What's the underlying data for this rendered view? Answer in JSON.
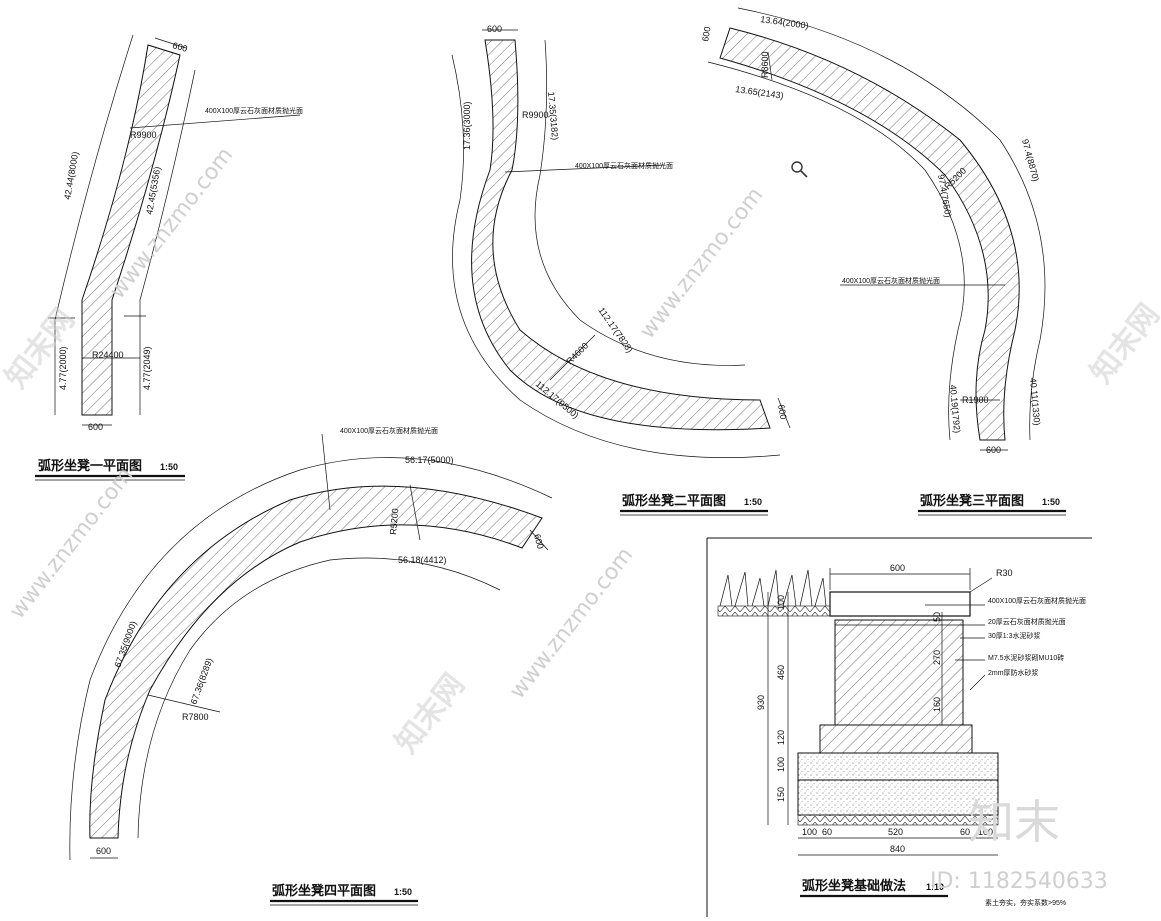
{
  "plans": {
    "p1": {
      "title": "弧形坐凳一平面图",
      "scale": "1:50",
      "width_top": "600",
      "width_bottom": "600",
      "note": "400X100厚云石灰面材质抛光面",
      "radius_a": "R9900",
      "radius_b": "R24400",
      "arc_outer": "42.44(8000)",
      "arc_inner": "42.45(5356)",
      "straight_left": "4.77(2000)",
      "straight_right": "4.77(2049)"
    },
    "p2": {
      "title": "弧形坐凳二平面图",
      "scale": "1:50",
      "width_top": "600",
      "width_end": "600",
      "note": "400X100厚云石灰面材质抛光面",
      "radius_a": "R9900",
      "radius_b": "R4600",
      "left_arc": "17.36(3000)",
      "right_arc": "17.35(3182)",
      "inner_arc": "112.17(7828)",
      "outer_arc": "112.17(9500)"
    },
    "p3": {
      "title": "弧形坐凳三平面图",
      "scale": "1:50",
      "width_start": "600",
      "width_bottom": "600",
      "note": "400X100厚云石灰面材质抛光面",
      "radius_a": "R8600",
      "radius_b": "R5200",
      "radius_c": "R1900",
      "top_outer": "13.64(2000)",
      "top_inner": "13.65(2143)",
      "outer_arc": "97.4(8870)",
      "inner_arc": "97.4(7650)",
      "bottom_left": "40.19(1792)",
      "bottom_right": "40.11(1330)"
    },
    "p4": {
      "title": "弧形坐凳四平面图",
      "scale": "1:50",
      "width_end": "600",
      "width_bottom": "600",
      "note": "400X100厚云石灰面材质抛光面",
      "radius_a": "R5200",
      "radius_b": "R7800",
      "top_outer": "56.17(5000)",
      "top_inner": "56.18(4412)",
      "left_outer": "67.35(9000)",
      "left_inner": "67.36(8289)"
    }
  },
  "section": {
    "title": "弧形坐凳基础做法",
    "scale": "1:10",
    "width_top": "600",
    "r_label": "R30",
    "layers": [
      "400X100厚云石灰面材质抛光面",
      "20厚云石灰面材质抛光面",
      "30厚1:3水泥砂浆",
      "M7.5水泥砂浆砌MU10砖",
      "2mm厚防水砂浆"
    ],
    "bottom_note": "素土夯实，夯实系数>95%",
    "dims_left": [
      "100",
      "460",
      "120",
      "100",
      "150"
    ],
    "dim_total": "930",
    "dims_right": [
      "50",
      "270",
      "160"
    ],
    "dims_bottom": [
      "100",
      "60",
      "520",
      "60",
      "100"
    ],
    "dim_bottom_total": "840"
  },
  "watermark": {
    "site": "www.znzmo.com",
    "brand_cn": "知末网",
    "logo_text": "知末",
    "id_text": "ID: 1182540633"
  },
  "colors": {
    "ink": "#111111",
    "watermark": "#cccccc"
  }
}
